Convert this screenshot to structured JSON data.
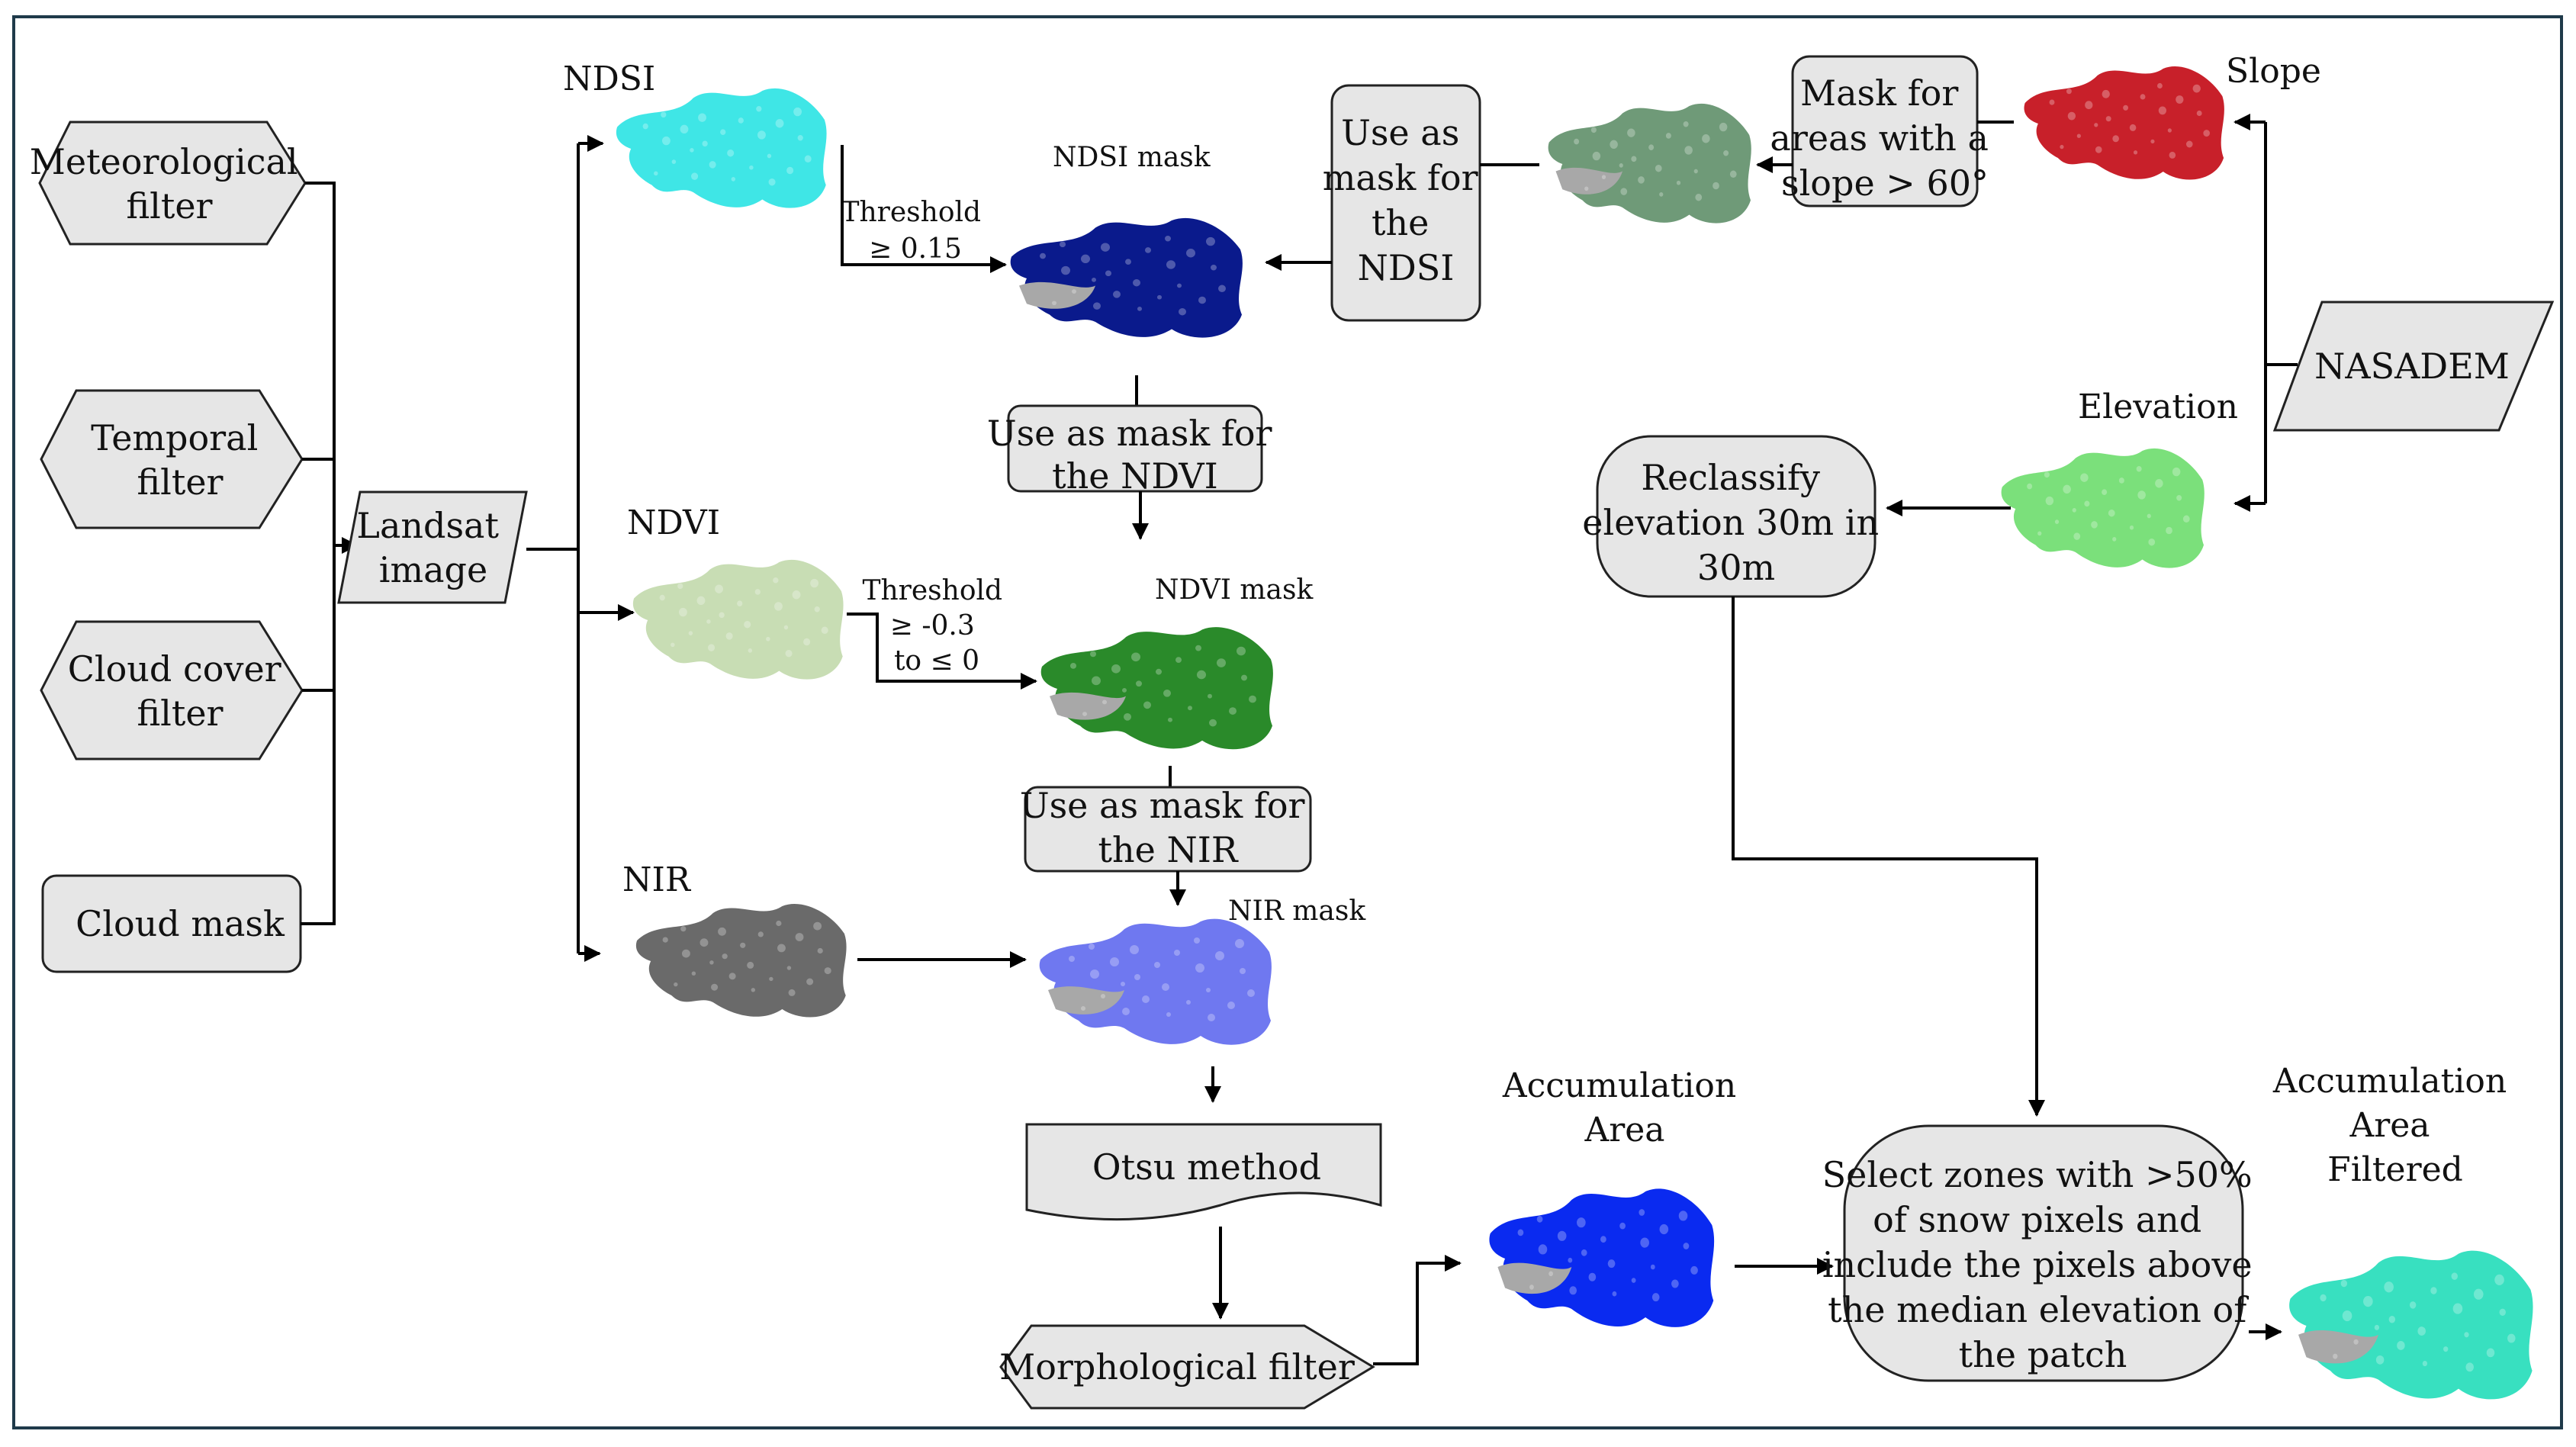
{
  "nodes": {
    "meteorological_filter": {
      "lines": [
        "Meteorological",
        "filter"
      ]
    },
    "temporal_filter": {
      "lines": [
        "Temporal",
        "filter"
      ]
    },
    "cloud_cover_filter": {
      "lines": [
        "Cloud cover",
        "filter"
      ]
    },
    "cloud_mask": {
      "lines": [
        "Cloud mask"
      ]
    },
    "landsat_image": {
      "lines": [
        "Landsat",
        "image"
      ]
    },
    "use_mask_ndvi": {
      "lines": [
        "Use as mask for",
        "the NDVI"
      ]
    },
    "use_mask_nir": {
      "lines": [
        "Use as mask for",
        "the NIR"
      ]
    },
    "otsu": {
      "lines": [
        "Otsu method"
      ]
    },
    "morph": {
      "lines": [
        "Morphological filter"
      ]
    },
    "use_mask_ndsi": {
      "lines": [
        "Use as",
        "mask for",
        "the",
        "NDSI"
      ]
    },
    "mask_slope": {
      "lines": [
        "Mask for",
        "areas with a",
        "slope > 60°"
      ]
    },
    "nasadem": {
      "lines": [
        "NASADEM"
      ]
    },
    "reclassify": {
      "lines": [
        "Reclassify",
        "elevation 30m in",
        "30m"
      ]
    },
    "select_zones": {
      "lines": [
        "Select zones with >50%",
        "of snow pixels and",
        "include the pixels above",
        "the median elevation of",
        "the patch"
      ]
    }
  },
  "captions": {
    "ndsi": "NDSI",
    "ndsi_mask": "NDSI mask",
    "ndvi": "NDVI",
    "ndvi_mask": "NDVI mask",
    "nir": "NIR",
    "nir_mask": "NIR mask",
    "slope": "Slope",
    "elevation": "Elevation",
    "acc_area": [
      "Accumulation",
      "Area"
    ],
    "acc_filtered": [
      "Accumulation",
      "Area",
      "Filtered"
    ]
  },
  "thresholds": {
    "ndsi": [
      "Threshold",
      "≥ 0.15"
    ],
    "ndvi": [
      "Threshold",
      "≥ -0.3",
      "to ≤ 0"
    ]
  },
  "colors": {
    "node_fill": "#e6e6e6",
    "ndsi": "#3fe6e6",
    "ndsi_mask": "#0a1a8c",
    "ndvi": "#c8ddb4",
    "ndvi_mask": "#2a8a2a",
    "nir": "#6a6a6a",
    "nir_mask": "#6f78f0",
    "slope": "#c8202a",
    "elevation": "#7be07b",
    "dem_mask": "#6f9a78",
    "accumulation": "#0a2af0",
    "filtered": "#38e0c0",
    "background_patch": "#a8a8a8"
  }
}
